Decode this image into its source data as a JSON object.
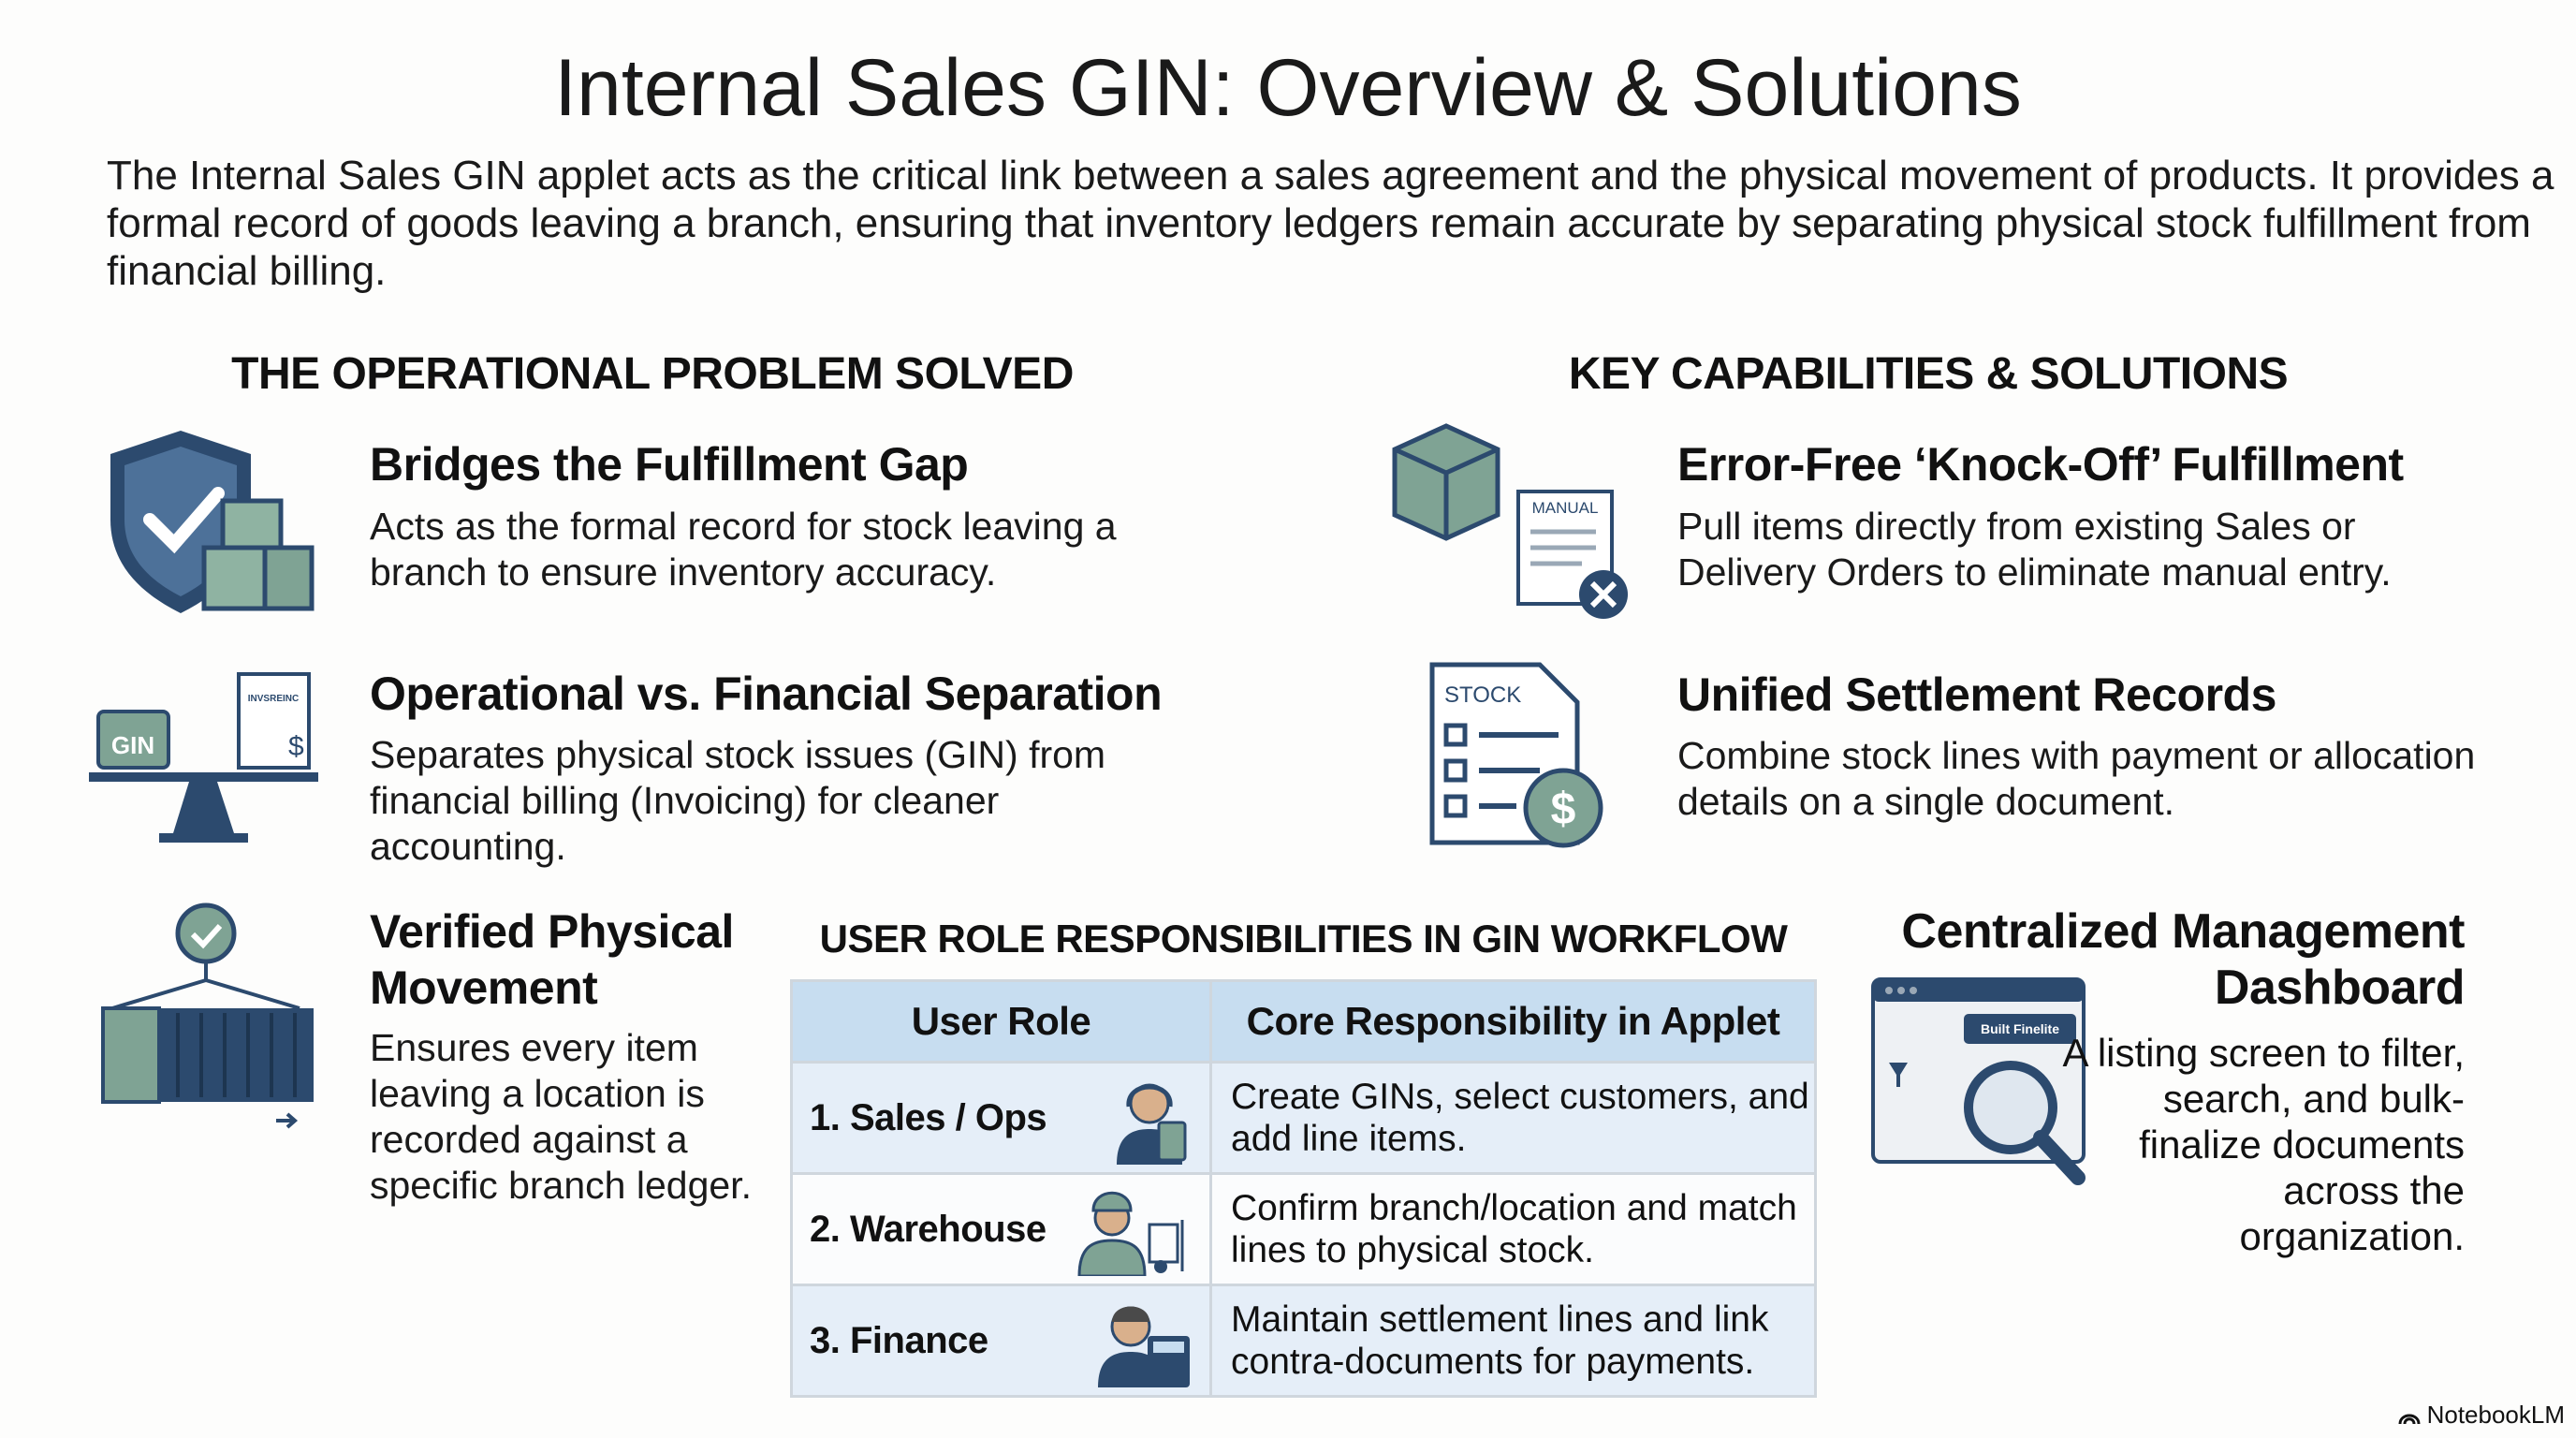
{
  "title": "Internal Sales GIN: Overview & Solutions",
  "intro": "The Internal Sales GIN applet acts as the critical link between a sales agreement and the physical movement of products. It provides a formal record of goods leaving a branch, ensuring that inventory ledgers remain accurate by separating physical stock fulfillment from financial billing.",
  "left_section": {
    "heading": "THE OPERATIONAL PROBLEM SOLVED",
    "items": [
      {
        "title": "Bridges the Fulfillment Gap",
        "body": "Acts as the formal record for stock leaving a branch to ensure inventory accuracy.",
        "icon": "shield-check-boxes-icon"
      },
      {
        "title": "Operational vs. Financial Separation",
        "body": "Separates physical stock issues (GIN) from financial billing (Invoicing) for cleaner accounting.",
        "icon": "balance-scale-icon",
        "icon_labels": [
          "GIN",
          "INVSREINC"
        ]
      },
      {
        "title": "Verified Physical Movement",
        "body": "Ensures every item leaving a location is recorded against a specific branch ledger.",
        "icon": "shipping-container-icon"
      }
    ]
  },
  "right_section": {
    "heading": "KEY CAPABILITIES & SOLUTIONS",
    "items": [
      {
        "title": "Error-Free ‘Knock-Off’ Fulfillment",
        "body": "Pull items directly from existing Sales or Delivery Orders to eliminate manual entry.",
        "icon": "box-manual-form-icon",
        "icon_label": "MANUAL"
      },
      {
        "title": "Unified Settlement Records",
        "body": "Combine stock lines with payment or allocation details on a single document.",
        "icon": "stock-checklist-dollar-icon",
        "icon_label": "STOCK"
      }
    ]
  },
  "table": {
    "title": "USER ROLE RESPONSIBILITIES IN GIN WORKFLOW",
    "headers": [
      "User Role",
      "Core Responsibility in Applet"
    ],
    "rows": [
      {
        "role": "1. Sales / Ops",
        "responsibility": "Create GINs, select customers, and add line items.",
        "icon": "headset-agent-icon"
      },
      {
        "role": "2. Warehouse",
        "responsibility": "Confirm branch/location and match lines to physical stock.",
        "icon": "warehouse-worker-forklift-icon"
      },
      {
        "role": "3. Finance",
        "responsibility": "Maintain settlement lines and link contra-documents for payments.",
        "icon": "finance-calculator-icon"
      }
    ]
  },
  "dashboard": {
    "title": "Centralized Management Dashboard",
    "body": "A listing screen to filter, search, and bulk-finalize documents across the organization.",
    "icon": "dashboard-magnifier-icon",
    "icon_button": "Built Finelite"
  },
  "brand": "NotebookLM",
  "colors": {
    "navy": "#2c4a6e",
    "sage": "#7fa394",
    "table_header": "#c7ddf0",
    "table_row": "#e5eef8"
  }
}
